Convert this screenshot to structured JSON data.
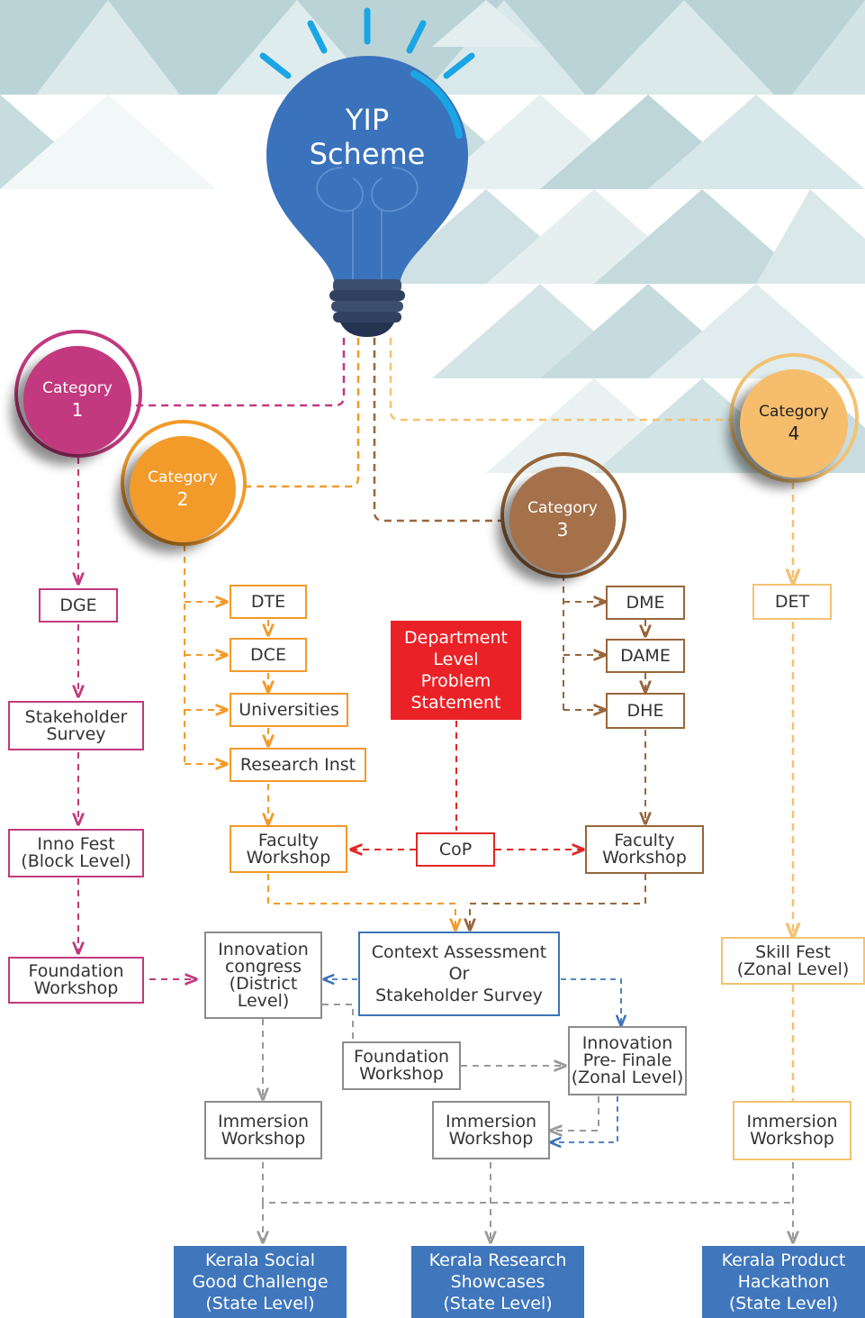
{
  "title": "YIP\nScheme",
  "categories": [
    {
      "label": "Category",
      "num": "1"
    },
    {
      "label": "Category",
      "num": "2"
    },
    {
      "label": "Category",
      "num": "3"
    },
    {
      "label": "Category",
      "num": "4"
    }
  ],
  "cat1": {
    "dge": "DGE",
    "stakeholder": "Stakeholder\nSurvey",
    "innofest": "Inno Fest\n(Block Level)",
    "foundation": "Foundation\nWorkshop"
  },
  "cat2": {
    "dte": "DTE",
    "dce": "DCE",
    "universities": "Universities",
    "research": "Research Inst",
    "faculty": "Faculty\nWorkshop"
  },
  "cat3": {
    "dme": "DME",
    "dame": "DAME",
    "dhe": "DHE",
    "faculty": "Faculty\nWorkshop"
  },
  "cat4": {
    "det": "DET",
    "skillfest": "Skill Fest\n(Zonal Level)",
    "immersion": "Immersion\nWorkshop"
  },
  "center": {
    "problem": "Department\nLevel\nProblem\nStatement",
    "cop": "CoP",
    "context": "Context Assessment\nOr\nStakeholder Survey",
    "congress": "Innovation\ncongress\n(District\nLevel)",
    "foundation": "Foundation\nWorkshop",
    "prefinale": "Innovation\nPre- Finale\n(Zonal Level)",
    "immersion_left": "Immersion\nWorkshop",
    "immersion_mid": "Immersion\nWorkshop"
  },
  "outcomes": {
    "social": "Kerala Social\nGood Challenge\n(State Level)",
    "research": "Kerala Research\nShowcases\n(State Level)",
    "hackathon": "Kerala Product\nHackathon\n(State Level)"
  },
  "colors": {
    "pink": "#c2397f",
    "orange": "#f29a2a",
    "brown": "#98663b",
    "yellow": "#f3c272",
    "bulb": "#3f76bc",
    "red": "#ea2227",
    "gray": "#8c8c8c"
  }
}
